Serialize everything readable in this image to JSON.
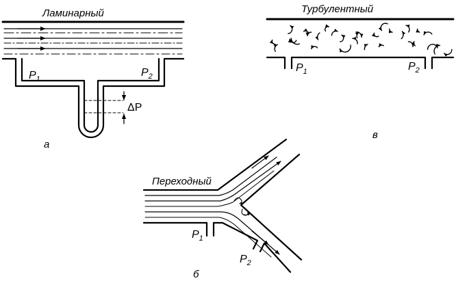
{
  "laminar": {
    "title": "Ламинарный",
    "p1": {
      "main": "P",
      "sub": "1"
    },
    "p2": {
      "main": "P",
      "sub": "2"
    },
    "delta": "ΔP",
    "panel_letter": "а"
  },
  "turbulent": {
    "title": "Турбулентный",
    "p1": {
      "main": "P",
      "sub": "1"
    },
    "p2": {
      "main": "P",
      "sub": "2"
    },
    "panel_letter": "в"
  },
  "transitional": {
    "title": "Переходный",
    "p1": {
      "main": "P",
      "sub": "1"
    },
    "p2": {
      "main": "P",
      "sub": "2"
    },
    "panel_letter": "б"
  },
  "colors": {
    "ink": "#000000",
    "background": "#ffffff"
  }
}
